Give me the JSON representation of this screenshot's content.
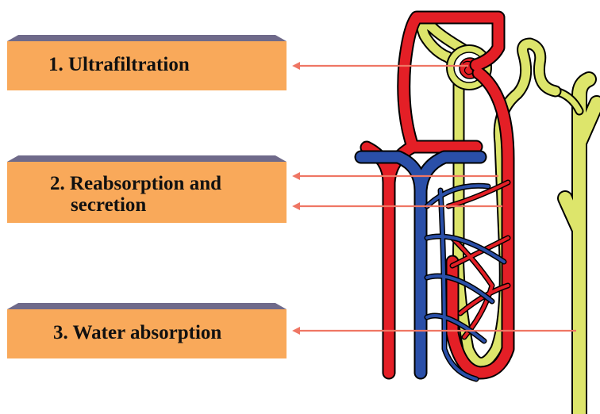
{
  "labels": [
    {
      "text": "1. Ultrafiltration"
    },
    {
      "text_line1": "2.  Reabsorption and",
      "text_line2": "secretion"
    },
    {
      "text": "3.  Water absorption"
    }
  ],
  "colors": {
    "box_face": "#f9a95a",
    "box_bevel": "#6f6a8a",
    "arrow": "#ef7664",
    "artery": "#e41f26",
    "vein": "#2a4fa8",
    "tubule": "#dde56b"
  }
}
